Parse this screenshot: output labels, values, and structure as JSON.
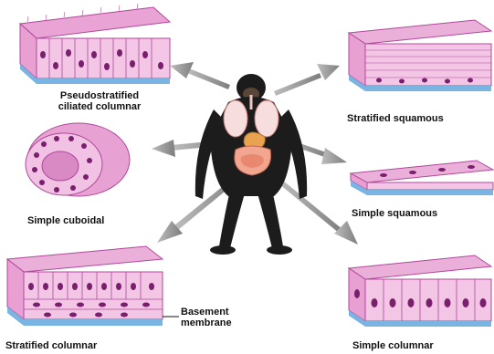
{
  "labels": {
    "pseudostratified_line1": "Pseudostratified",
    "pseudostratified_line2": "ciliated columnar",
    "stratified_squamous": "Stratified squamous",
    "simple_cuboidal": "Simple cuboidal",
    "simple_squamous": "Simple squamous",
    "basement_line1": "Basement",
    "basement_line2": "membrane",
    "stratified_columnar": "Stratified columnar",
    "simple_columnar": "Simple columnar"
  },
  "colors": {
    "cell_fill": "#f3c6e6",
    "cell_stroke": "#b0489a",
    "nucleus": "#7a1f6e",
    "membrane": "#79b4e3",
    "arrow": "#8a8a8a",
    "chimp": "#1c1c1c",
    "organs": "#f08a7a"
  }
}
